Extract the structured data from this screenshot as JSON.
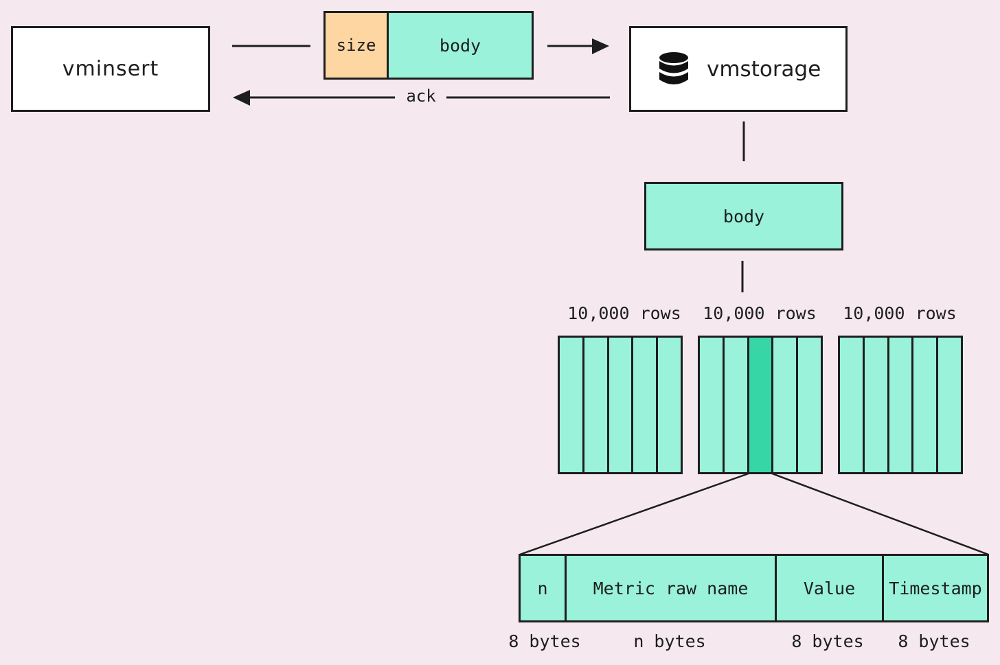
{
  "nodes": {
    "vminsert": "vminsert",
    "vmstorage": "vmstorage",
    "storage_icon": "database-icon",
    "packet_size": "size",
    "packet_body": "body",
    "body_block": "body"
  },
  "edges": {
    "ack_label": "ack"
  },
  "row_groups": [
    {
      "label": "10,000 rows"
    },
    {
      "label": "10,000 rows"
    },
    {
      "label": "10,000 rows"
    }
  ],
  "record": {
    "fields": [
      {
        "name": "n",
        "size": "8 bytes"
      },
      {
        "name": "Metric raw name",
        "size": "n bytes"
      },
      {
        "name": "Value",
        "size": "8 bytes"
      },
      {
        "name": "Timestamp",
        "size": "8 bytes"
      }
    ]
  },
  "colors": {
    "background": "#f5e9ef",
    "mint": "#99f2d9",
    "mint_highlight": "#37d6a7",
    "peach": "#fdd6a1",
    "stroke": "#1e1e1e"
  }
}
